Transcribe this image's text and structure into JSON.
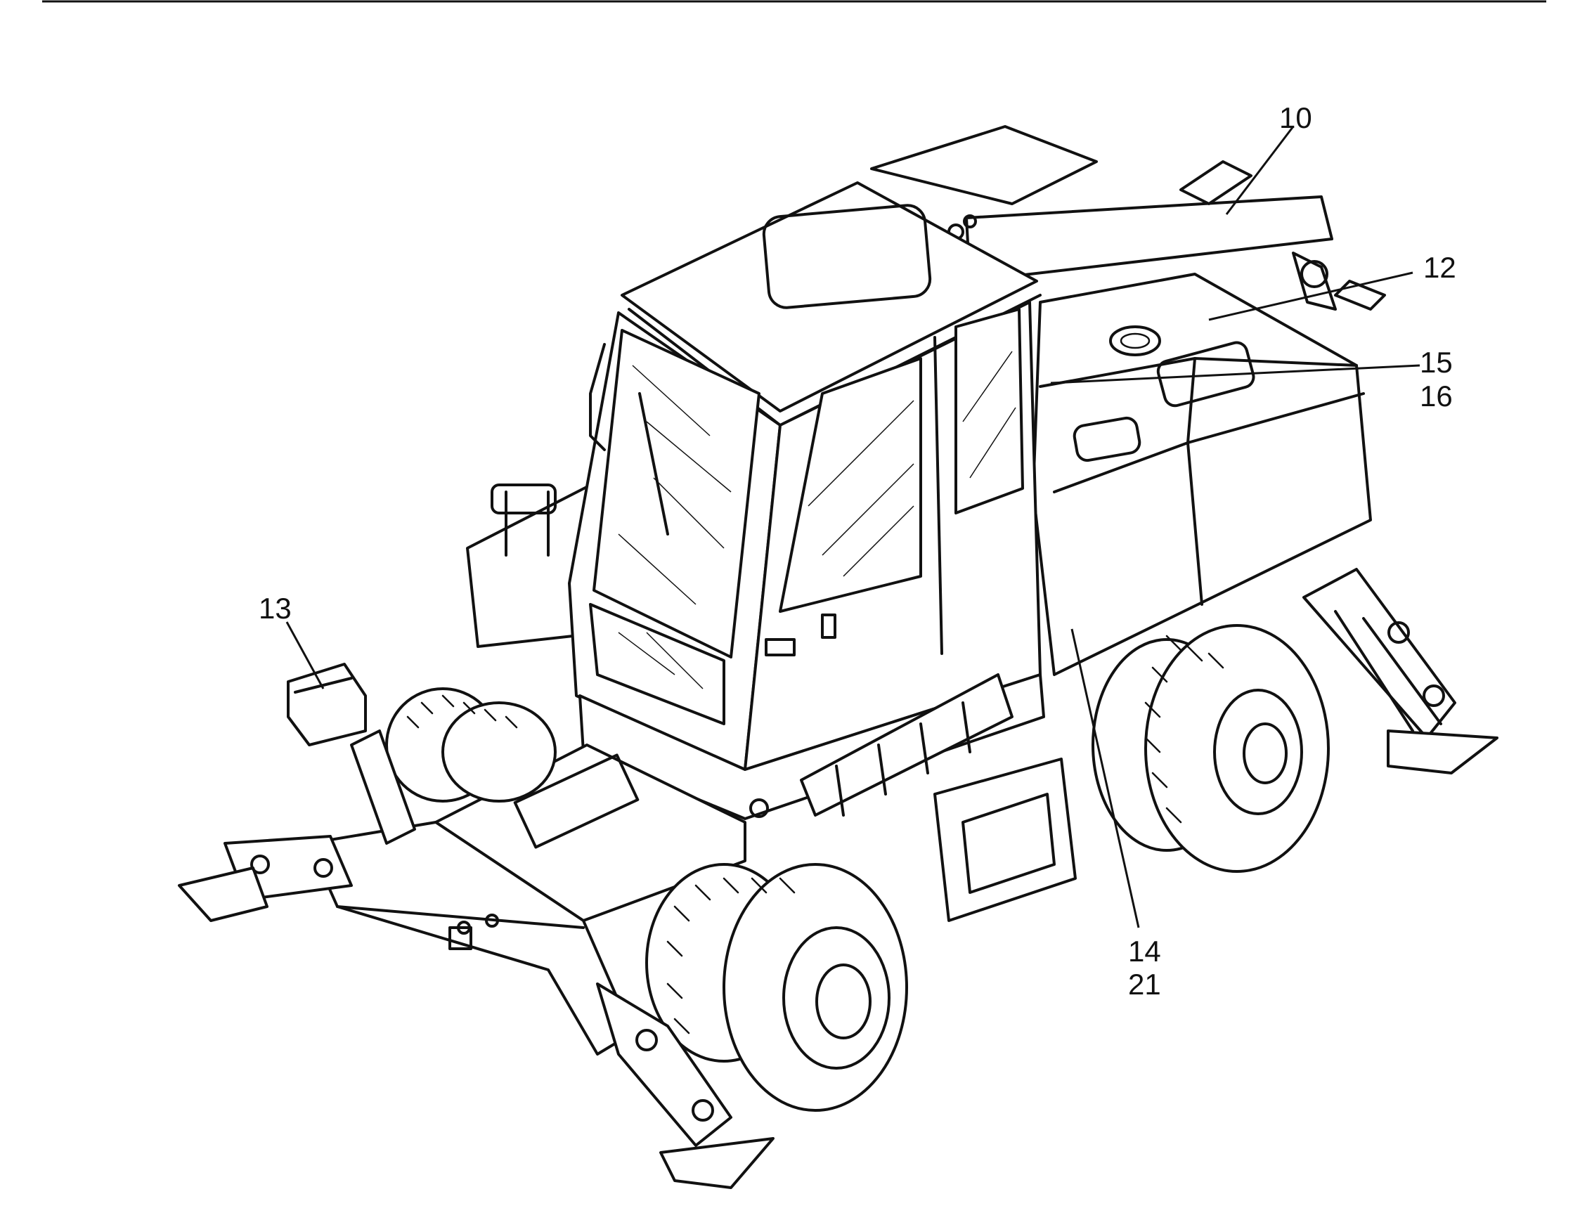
{
  "diagram": {
    "callouts": [
      {
        "id": "c10",
        "text": "10"
      },
      {
        "id": "c12",
        "text": "12"
      },
      {
        "id": "c15",
        "text": "15"
      },
      {
        "id": "c16",
        "text": "16"
      },
      {
        "id": "c13",
        "text": "13"
      },
      {
        "id": "c14",
        "text": "14"
      },
      {
        "id": "c21",
        "text": "21"
      }
    ]
  }
}
